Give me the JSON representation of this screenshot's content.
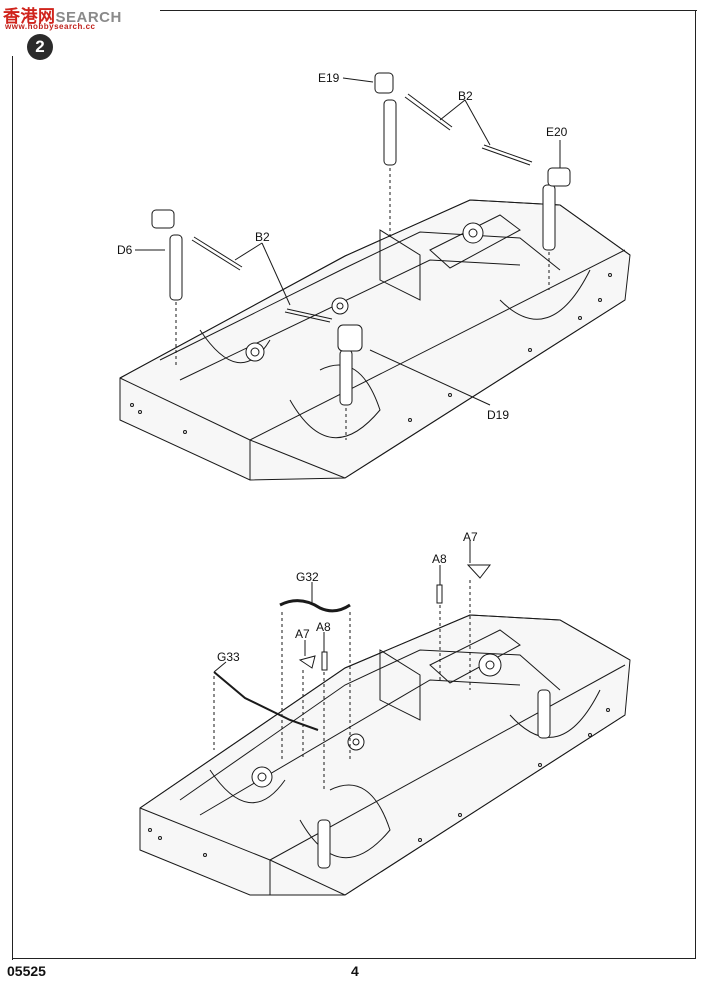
{
  "watermark": {
    "chinese": "香港网",
    "brand": "SEARCH",
    "url": "www.hobbysearch.cc"
  },
  "step": {
    "number": "2"
  },
  "top_diagram": {
    "labels": {
      "e19": "E19",
      "b2_right": "B2",
      "e20": "E20",
      "d6": "D6",
      "b2_left": "B2",
      "d19": "D19"
    }
  },
  "bottom_diagram": {
    "labels": {
      "a7_right": "A7",
      "a8_right": "A8",
      "g32": "G32",
      "a7_left": "A7",
      "a8_left": "A8",
      "g33": "G33"
    }
  },
  "footer": {
    "kit_code": "05525",
    "page_number": "4"
  }
}
